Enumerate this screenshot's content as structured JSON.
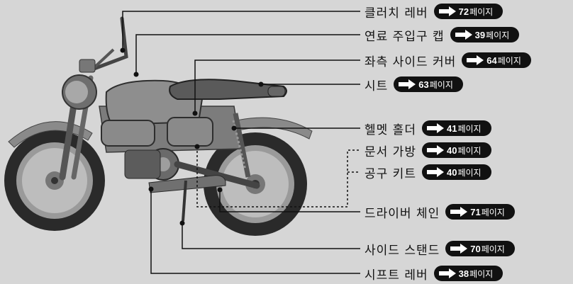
{
  "callouts": [
    {
      "id": "clutch-lever",
      "label": "클러치 레버",
      "page": "72",
      "unit": "페이지"
    },
    {
      "id": "fuel-cap",
      "label": "연료 주입구 캡",
      "page": "39",
      "unit": "페이지"
    },
    {
      "id": "left-side-cover",
      "label": "좌측 사이드 커버",
      "page": "64",
      "unit": "페이지"
    },
    {
      "id": "seat",
      "label": "시트",
      "page": "63",
      "unit": "페이지"
    },
    {
      "id": "helmet-holder",
      "label": "헬멧 홀더",
      "page": "41",
      "unit": "페이지"
    },
    {
      "id": "document-bag",
      "label": "문서 가방",
      "page": "40",
      "unit": "페이지"
    },
    {
      "id": "tool-kit",
      "label": "공구 키트",
      "page": "40",
      "unit": "페이지"
    },
    {
      "id": "drive-chain",
      "label": "드라이버 체인",
      "page": "71",
      "unit": "페이지"
    },
    {
      "id": "side-stand",
      "label": "사이드 스탠드",
      "page": "70",
      "unit": "페이지"
    },
    {
      "id": "shift-lever",
      "label": "시프트 레버",
      "page": "38",
      "unit": "페이지"
    }
  ],
  "colors": {
    "background": "#d6d6d6",
    "line": "#111111",
    "badge": "#111111",
    "badge_text": "#ffffff"
  },
  "illustration": "motorcycle-left-side-view"
}
